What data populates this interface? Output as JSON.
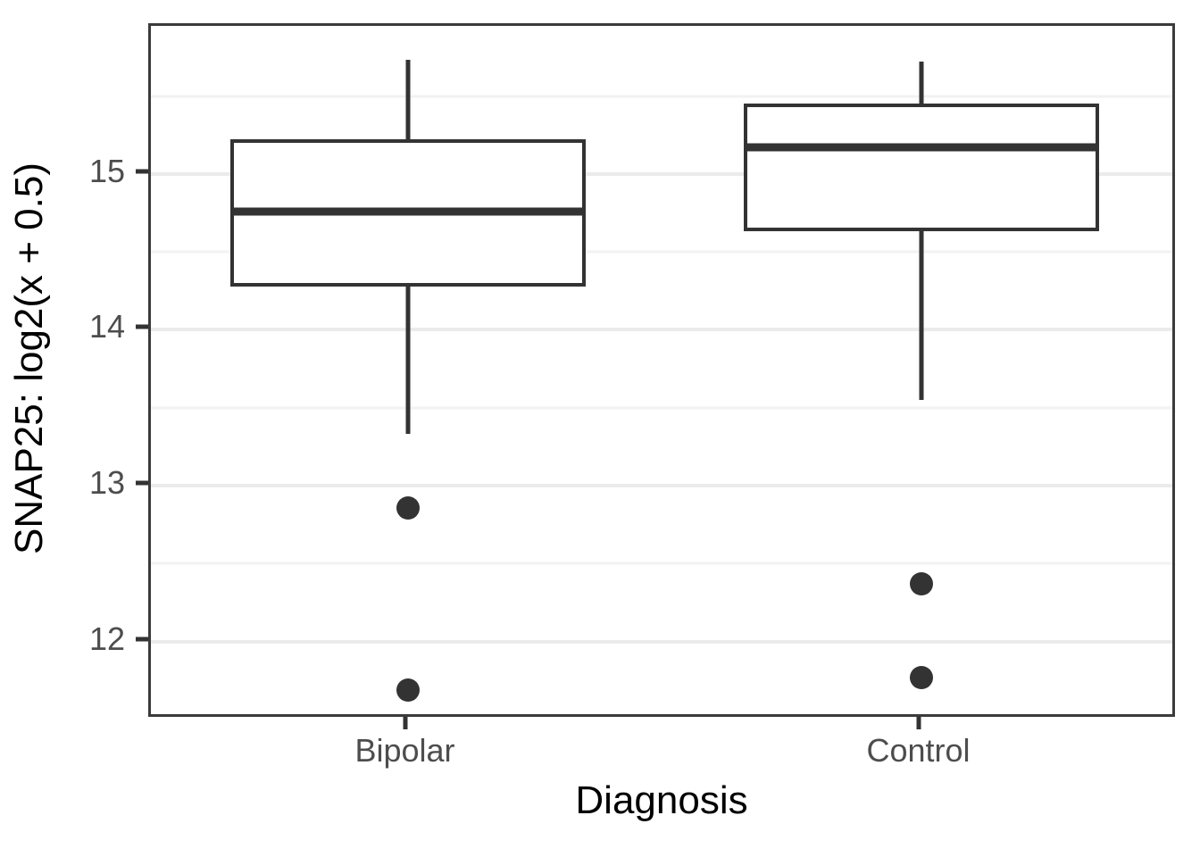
{
  "chart_data": {
    "type": "box",
    "title": "",
    "xlabel": "Diagnosis",
    "ylabel": "SNAP25: log2(x + 0.5)",
    "categories": [
      "Bipolar",
      "Control"
    ],
    "ytick_labels": [
      "15",
      "14",
      "13",
      "12"
    ],
    "ytick_values": [
      15,
      14,
      13,
      12
    ],
    "yminor_values": [
      15.5,
      14.5,
      13.5,
      12.5,
      11.5
    ],
    "ylim": [
      11.5,
      15.95
    ],
    "grid": "horizontal-only",
    "legend": "none",
    "theme_colors": {
      "panel_background": "#ffffff",
      "panel_border": "#3b3b3b",
      "major_gridline": "#ebebeb",
      "minor_gridline": "#f2f2f2",
      "box_stroke": "#333333",
      "box_fill": "#ffffff",
      "outlier_fill": "#333333",
      "tick_label": "#4d4d4d",
      "axis_title": "#000000"
    },
    "boxes": [
      {
        "category": "Bipolar",
        "lower_whisker": 13.33,
        "q1": 14.28,
        "median": 14.76,
        "q3": 15.22,
        "upper_whisker": 15.73,
        "outliers": [
          12.86,
          11.69
        ]
      },
      {
        "category": "Control",
        "lower_whisker": 13.55,
        "q1": 14.63,
        "median": 15.17,
        "q3": 15.45,
        "upper_whisker": 15.72,
        "outliers": [
          12.37,
          11.77
        ]
      }
    ]
  }
}
